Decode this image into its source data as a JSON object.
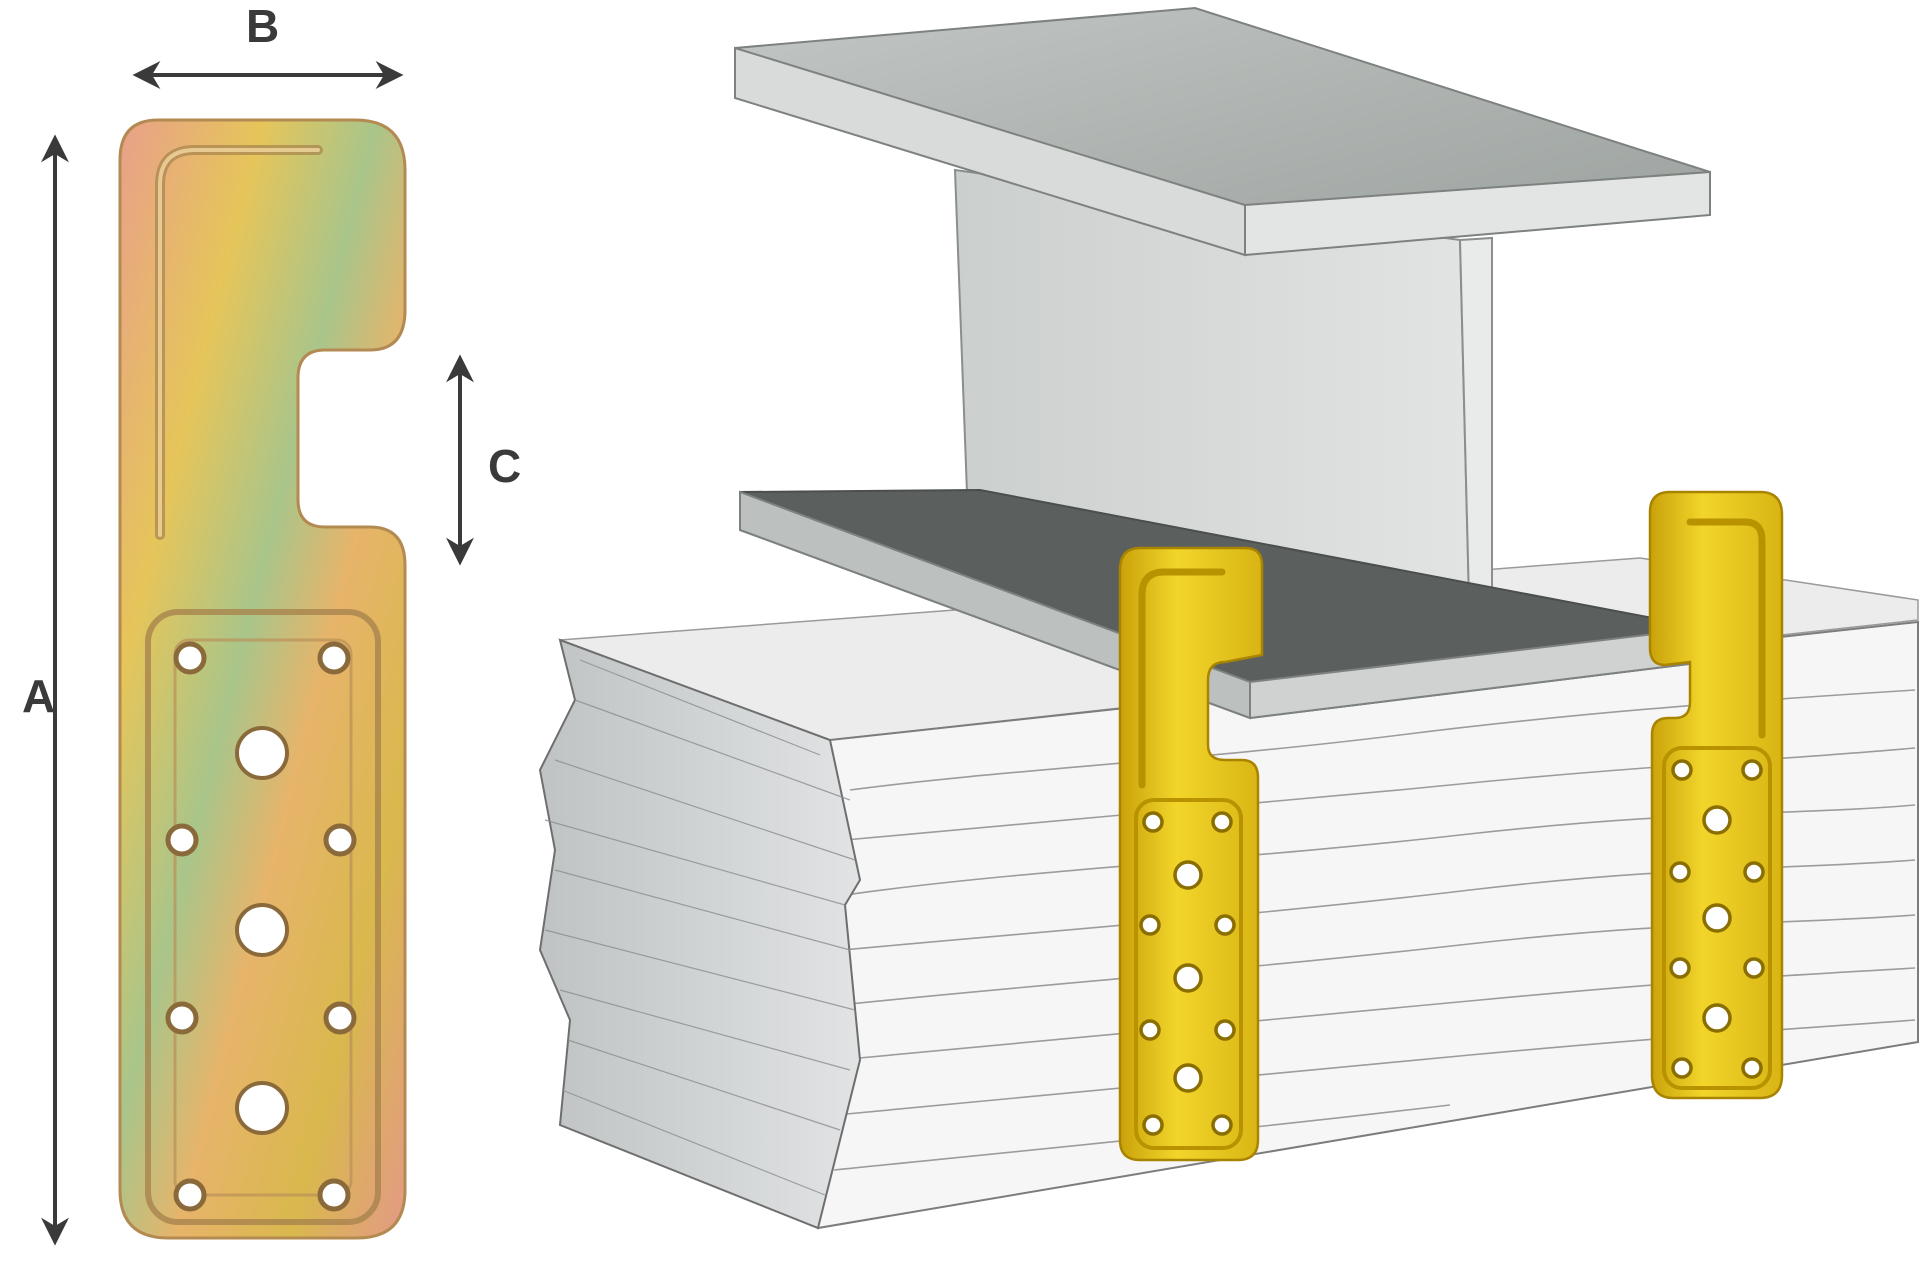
{
  "dimensions": {
    "a_label": "A",
    "b_label": "B",
    "c_label": "C"
  },
  "colors": {
    "plate_gold": "#e3c21e",
    "plate_iridescent": "#d9b24a",
    "steel_light": "#d2d4d3",
    "steel_dark": "#5b605e",
    "wood_face": "#f4f4f4",
    "arrow": "#3a3a3a"
  },
  "icons": [
    "dimension-arrow",
    "bracket-plate",
    "steel-i-beam",
    "timber-beam"
  ]
}
